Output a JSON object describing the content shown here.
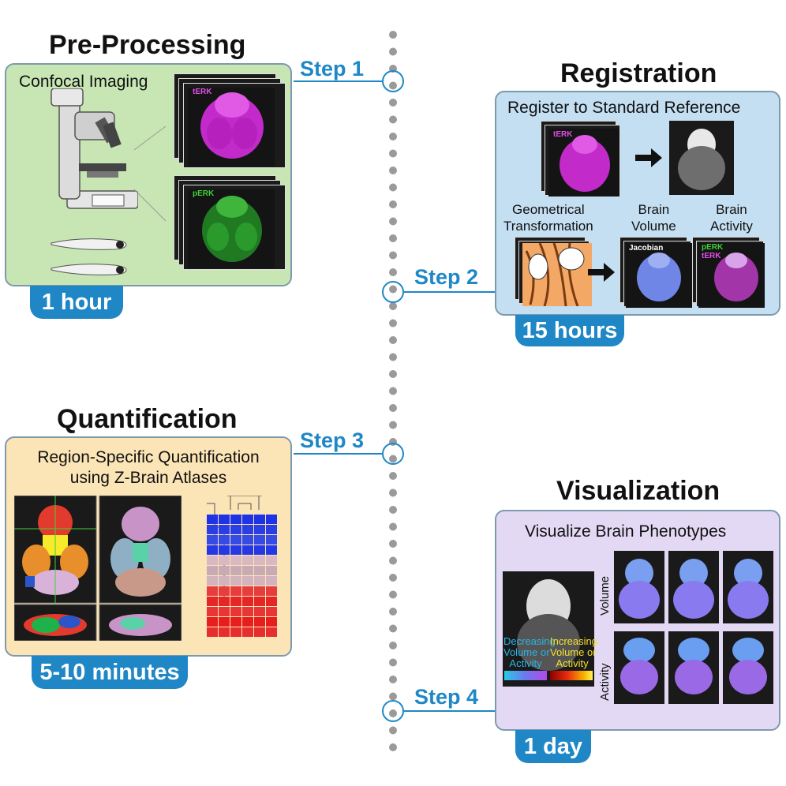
{
  "colors": {
    "accent": "#1f87c6",
    "preprocessing_bg": "#c8e6b4",
    "registration_bg": "#c4dff2",
    "quantification_bg": "#fbe4b6",
    "visualization_bg": "#e3d9f4",
    "timeline_dots": "#9a9a9a"
  },
  "steps": [
    {
      "label": "Step 1"
    },
    {
      "label": "Step 2"
    },
    {
      "label": "Step 3"
    },
    {
      "label": "Step 4"
    }
  ],
  "preprocessing": {
    "title": "Pre-Processing",
    "subtitle": "Confocal Imaging",
    "stain_top": "tERK",
    "stain_bottom": "pERK",
    "duration": "1 hour",
    "icons": [
      "microscope-icon",
      "zebrafish-larva-icon"
    ]
  },
  "registration": {
    "title": "Registration",
    "subtitle": "Register to Standard Reference",
    "stain": "tERK",
    "geometric": "Geometrical\nTransformation",
    "geometric_line1": "Geometrical",
    "geometric_line2": "Transformation",
    "volume_line1": "Brain",
    "volume_line2": "Volume",
    "activity_line1": "Brain",
    "activity_line2": "Activity",
    "jacobian": "Jacobian",
    "overlay_p": "pERK",
    "overlay_t": "tERK",
    "duration": "15 hours"
  },
  "quantification": {
    "title": "Quantification",
    "subtitle_line1": "Region-Specific Quantification",
    "subtitle_line2": "using Z-Brain Atlases",
    "duration": "5-10 minutes"
  },
  "visualization": {
    "title": "Visualization",
    "subtitle": "Visualize Brain Phenotypes",
    "dec_line1": "Decreasing",
    "dec_line2": "Volume or",
    "dec_line3": "Activity",
    "inc_line1": "Increasing",
    "inc_line2": "Volume or",
    "inc_line3": "Activity",
    "row_volume": "Volume",
    "row_activity": "Activity",
    "duration": "1 day"
  }
}
